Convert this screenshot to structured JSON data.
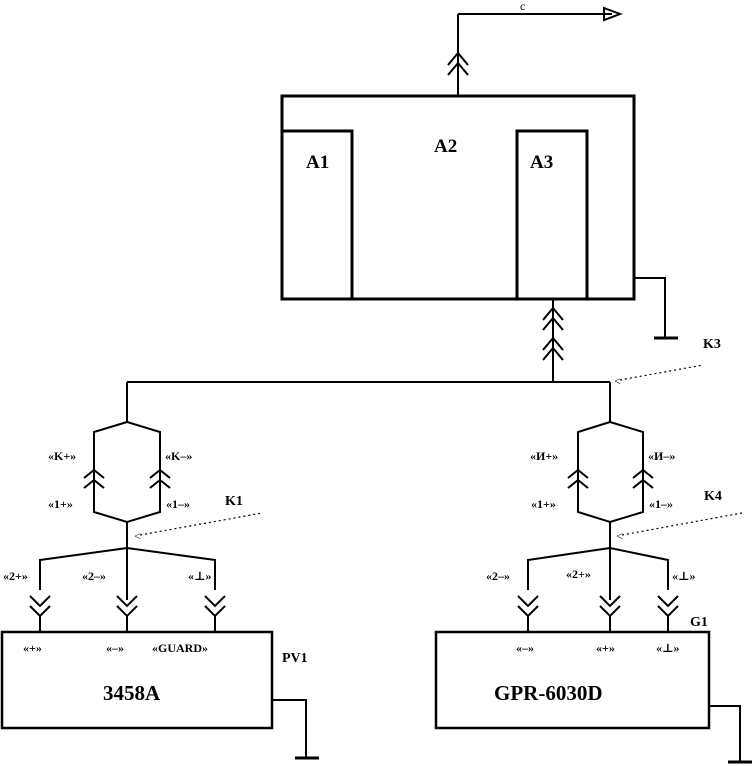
{
  "main_block": {
    "title": "A2",
    "sub_left": "A1",
    "sub_right": "A3",
    "output_arrow_label": "c"
  },
  "cable_labels": {
    "k1": "K1",
    "k3": "K3",
    "k4": "K4"
  },
  "left_cable": {
    "top_left": "«K+»",
    "top_right": "«K–»",
    "mid_left": "«1+»",
    "mid_right": "«1–»",
    "bot_1": "«2+»",
    "bot_2": "«2–»",
    "bot_3": "«⊥»"
  },
  "right_cable": {
    "top_left": "«И+»",
    "top_right": "«И–»",
    "mid_left": "«1+»",
    "mid_right": "«1–»",
    "bot_1": "«2–»",
    "bot_2": "«2+»",
    "bot_3": "«⊥»"
  },
  "pv1": {
    "ref": "PV1",
    "model": "3458A",
    "term_plus": "«+»",
    "term_minus": "«–»",
    "term_guard": "«GUARD»"
  },
  "g1": {
    "ref": "G1",
    "model": "GPR-6030D",
    "term_minus": "«–»",
    "term_plus": "«+»",
    "term_ground": "«⊥»"
  }
}
